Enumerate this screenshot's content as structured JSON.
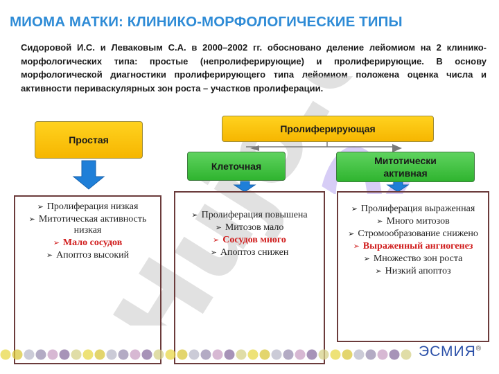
{
  "title": "МИОМА МАТКИ: КЛИНИКО-МОРФОЛОГИЧЕСКИЕ ТИПЫ",
  "intro": "Сидоровой И.С. и Леваковым С.А. в 2000–2002 гг. обосновано деление лейомиом на 2 клинико-морфологических типа: простые (непролиферирующие) и пролиферирующие. В основу морфологической диагностики пролиферирующего типа лейомиом положена оценка числа и активности периваскулярных зон роста – участков пролиферации.",
  "watermark": "Hujo.cz",
  "nodes": {
    "simple": "Простая",
    "proliferating": "Пролиферирующая",
    "cellular": "Клеточная",
    "mitotic": "Митотически активная"
  },
  "panels": {
    "simple": [
      {
        "text": "Пролиферация низкая",
        "highlight": false
      },
      {
        "text": "Митотическая активность низкая",
        "highlight": false
      },
      {
        "text": "Мало сосудов",
        "highlight": true
      },
      {
        "text": "Апоптоз высокий",
        "highlight": false
      }
    ],
    "cellular": [
      {
        "text": "Пролиферация повышена",
        "highlight": false
      },
      {
        "text": "Митозов мало",
        "highlight": false
      },
      {
        "text": "Сосудов много",
        "highlight": true
      },
      {
        "text": "Апоптоз снижен",
        "highlight": false
      }
    ],
    "mitotic": [
      {
        "text": "Пролиферация выраженная",
        "highlight": false
      },
      {
        "text": "Много митозов",
        "highlight": false
      },
      {
        "text": "Стромообразование снижено",
        "highlight": false
      },
      {
        "text": "Выраженный ангиогенез",
        "highlight": true
      },
      {
        "text": "Множество зон роста",
        "highlight": false
      },
      {
        "text": "Низкий апоптоз",
        "highlight": false
      }
    ]
  },
  "logo": "ЭСМИЯ",
  "logo_mark": "®",
  "colors": {
    "title": "#2e8bd6",
    "node_yellow": "#f6b600",
    "node_green": "#2fb42f",
    "arrow_blue": "#1f7fd8",
    "highlight_red": "#d01c1c",
    "panel_border": "#6b3b3b"
  }
}
